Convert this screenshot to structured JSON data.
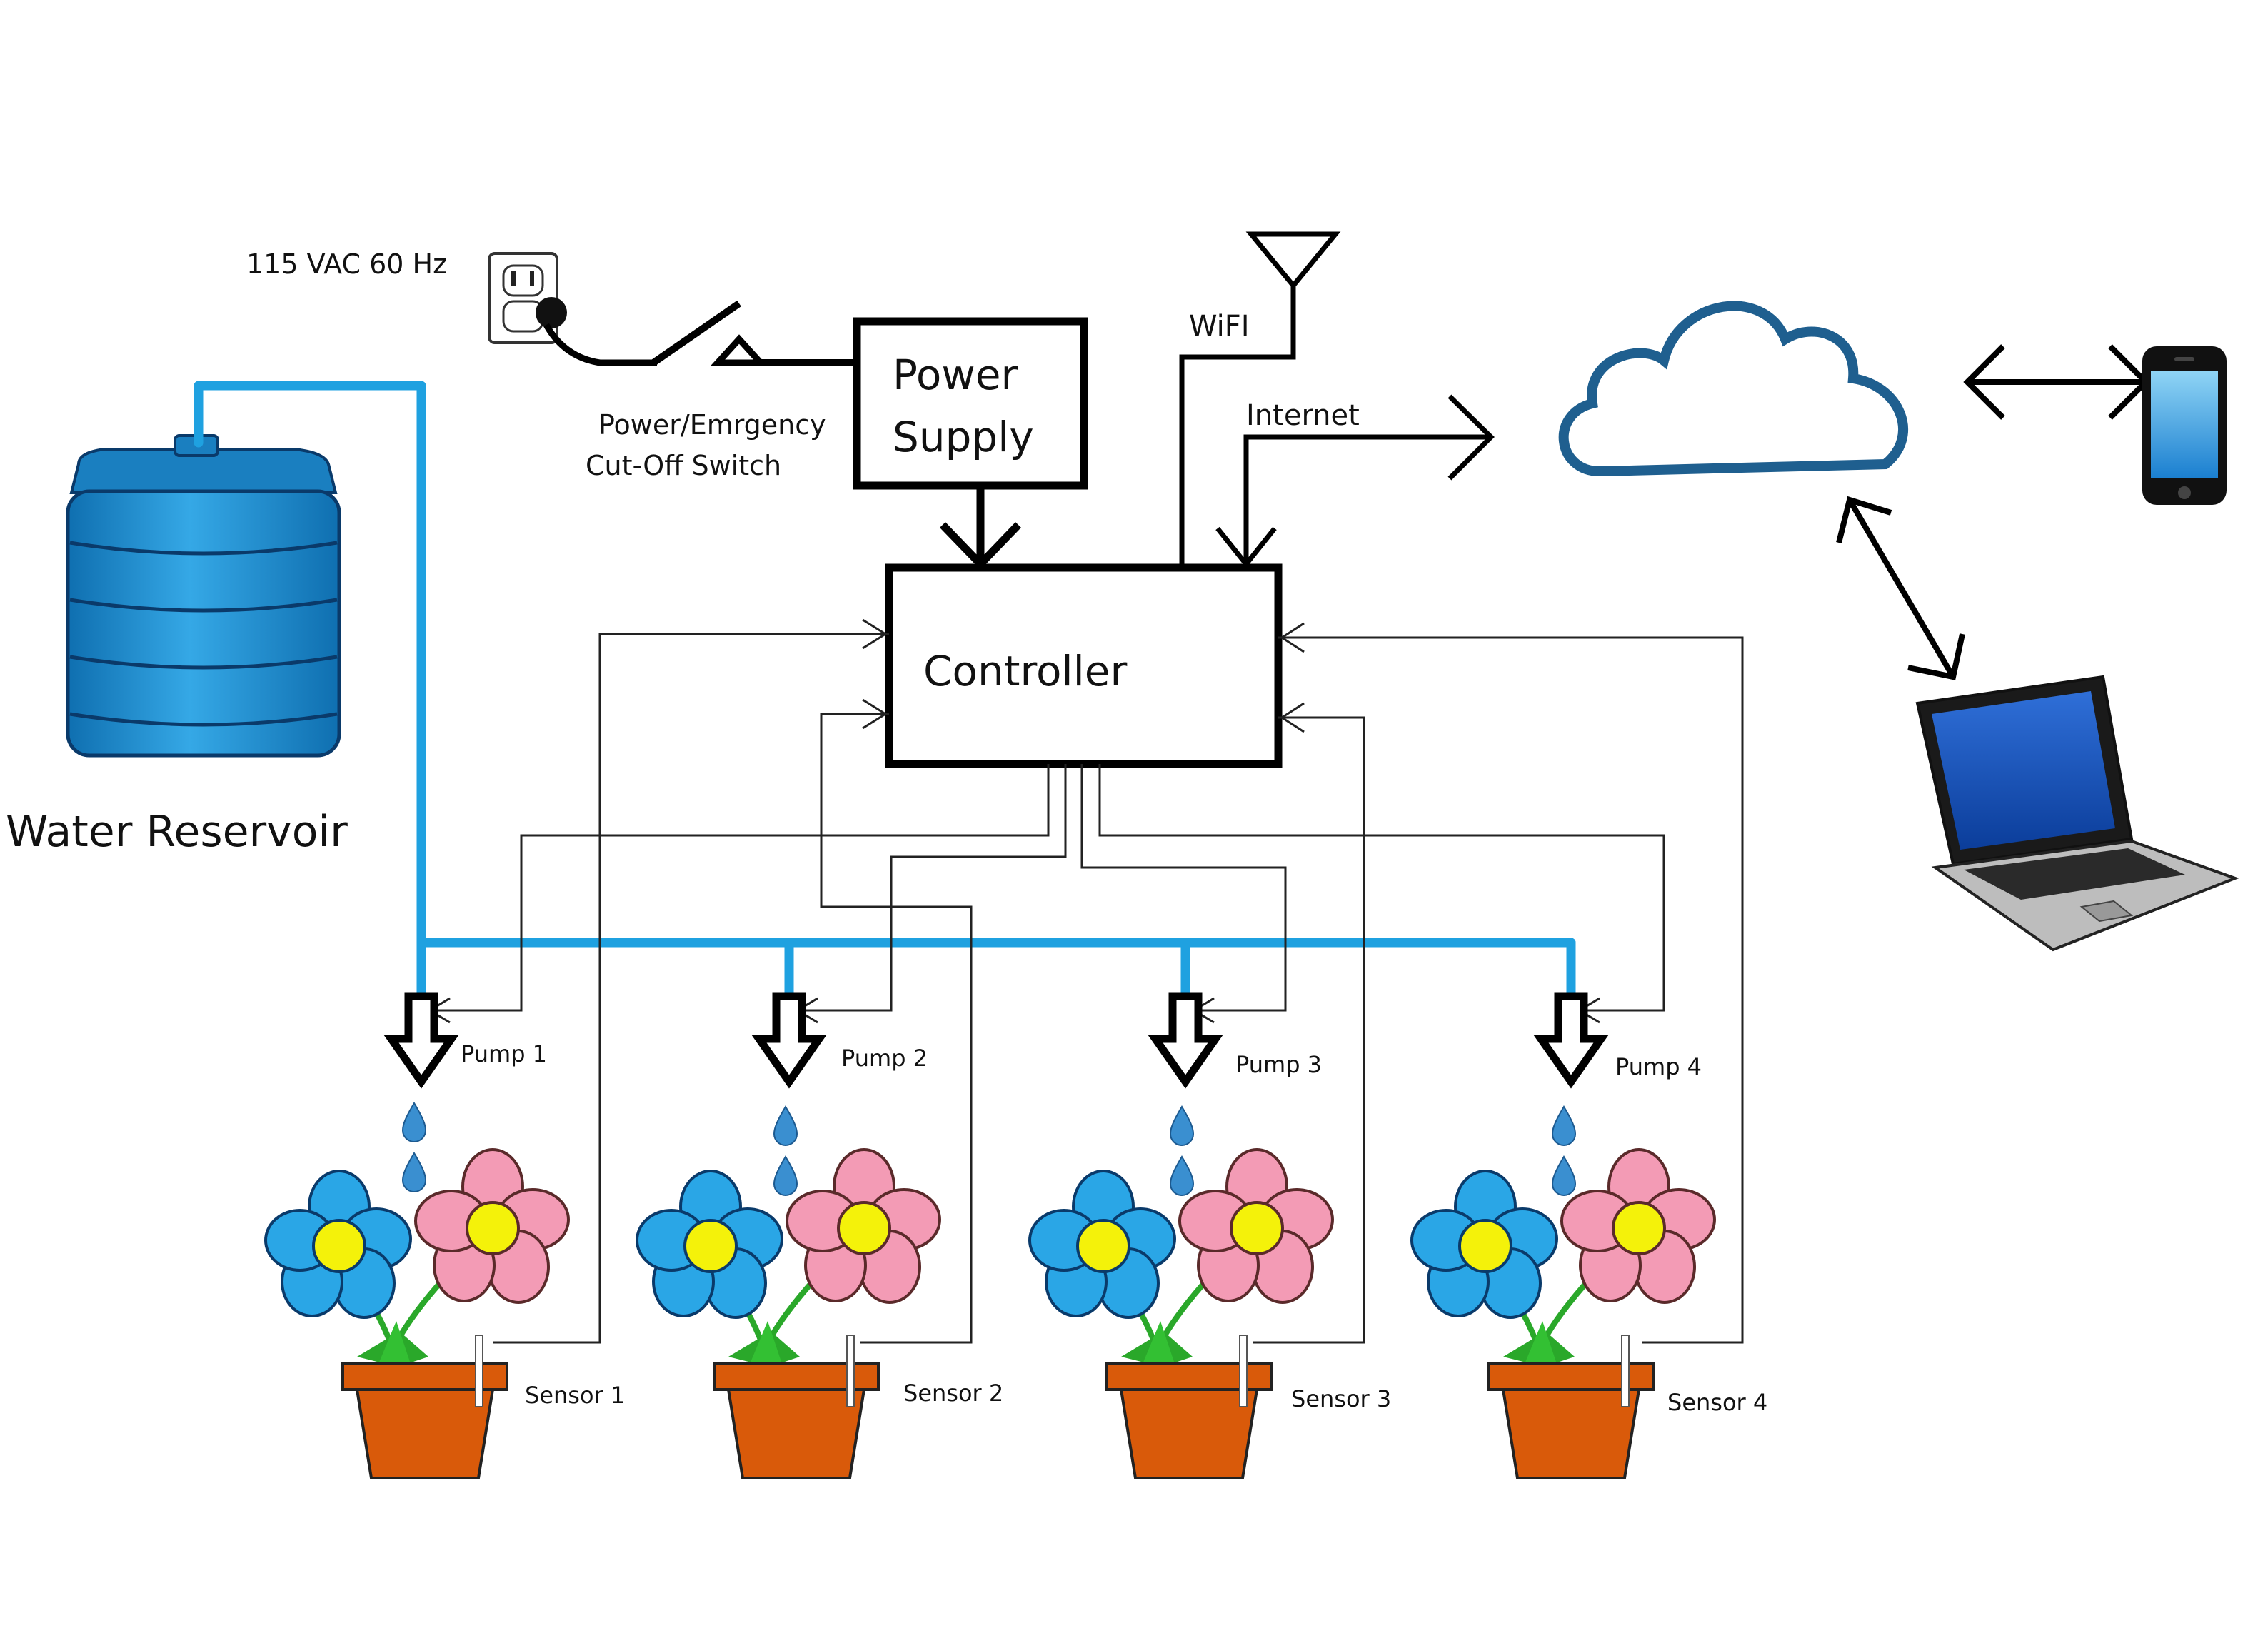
{
  "labels": {
    "mains": "115 VAC 60 Hz",
    "switch_line1": "Power/Emrgency",
    "switch_line2": "Cut-Off Switch",
    "psu_line1": "Power",
    "psu_line2": "Supply",
    "controller": "Controller",
    "wifi": "WiFI",
    "internet": "Internet",
    "reservoir": "Water Reservoir"
  },
  "pumps": [
    "Pump 1",
    "Pump 2",
    "Pump 3",
    "Pump 4"
  ],
  "sensors": [
    "Sensor 1",
    "Sensor 2",
    "Sensor 3",
    "Sensor 4"
  ],
  "colors": {
    "water_pipe": "#1fa1e0",
    "tank": "#1f8fd0",
    "cloud": "#1f5f8f",
    "pot": "#d95a0a",
    "petal_blue": "#2aa6e6",
    "petal_pink": "#f39bb5",
    "flower_center": "#f4f20a",
    "leaf": "#2aa82a",
    "droplet": "#3a8fd0"
  },
  "icons": [
    "power-outlet-icon",
    "plug-icon",
    "antenna-icon",
    "cloud-icon",
    "smartphone-icon",
    "laptop-icon",
    "water-tank-icon"
  ]
}
